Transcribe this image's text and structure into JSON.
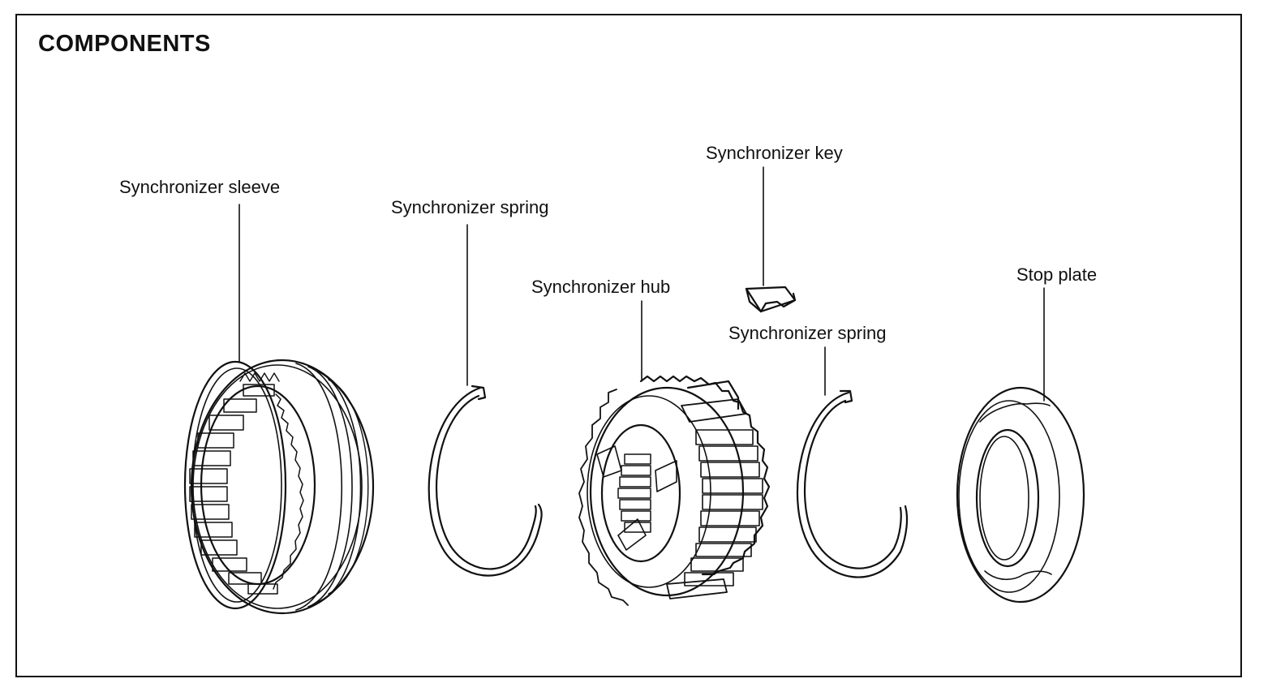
{
  "diagram": {
    "title": "COMPONENTS",
    "labels": {
      "sleeve": "Synchronizer sleeve",
      "spring_left": "Synchronizer spring",
      "hub": "Synchronizer hub",
      "key": "Synchronizer key",
      "spring_right": "Synchronizer spring",
      "stop_plate": "Stop plate"
    }
  }
}
